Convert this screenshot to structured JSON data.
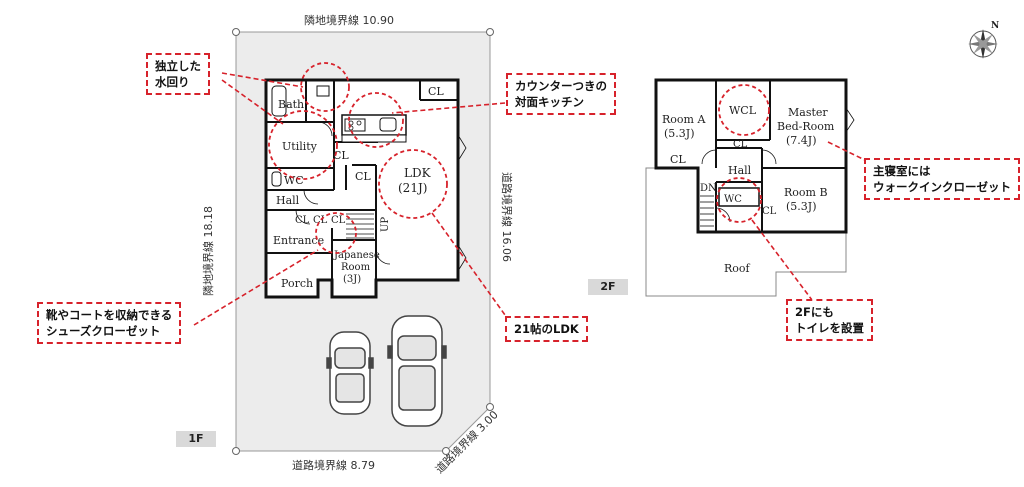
{
  "floor1": {
    "tag": "1F",
    "rooms": {
      "bath": "Bath",
      "utility": "Utility",
      "wc": "WC",
      "hall": "Hall",
      "entrance": "Entrance",
      "porch": "Porch",
      "ldk": "LDK",
      "ldk_size": "(21J)",
      "japanese_1": "Japanese",
      "japanese_2": "Room",
      "japanese_size": "(3J)",
      "cl": "CL",
      "up": "UP"
    },
    "dimensions": {
      "top": "隣地境界線 10.90",
      "left": "隣地境界線 18.18",
      "right": "道路境界線 16.06",
      "bottom": "道路境界線 8.79",
      "corner": "道路境界線 3.00"
    }
  },
  "floor2": {
    "tag": "2F",
    "rooms": {
      "room_a": "Room A",
      "room_a_size": "(5.3J)",
      "wcl": "WCL",
      "master_1": "Master",
      "master_2": "Bed-Room",
      "master_size": "(7.4J)",
      "hall": "Hall",
      "room_b": "Room B",
      "room_b_size": "(5.3J)",
      "wc": "WC",
      "cl": "CL",
      "dn": "DN",
      "roof": "Roof"
    }
  },
  "callouts": {
    "water": [
      "独立した",
      "水回り"
    ],
    "kitchen": [
      "カウンターつきの",
      "対面キッチン"
    ],
    "shoes": [
      "靴やコートを収納できる",
      "シューズクローゼット"
    ],
    "ldk": [
      "21帖のLDK"
    ],
    "master": [
      "主寝室には",
      "ウォークインクローゼット"
    ],
    "toilet2f": [
      "2Fにも",
      "トイレを設置"
    ]
  },
  "compass": {
    "label": "N"
  },
  "colors": {
    "accent": "#d7222b",
    "lot": "#ededed",
    "wall": "#111111"
  }
}
